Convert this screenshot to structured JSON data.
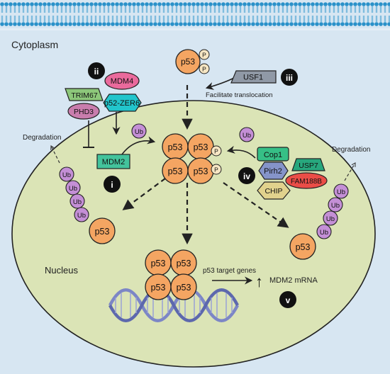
{
  "labels": {
    "cytoplasm": "Cytoplasm",
    "nucleus": "Nucleus",
    "degradation_left": "Degradation",
    "degradation_right": "Degradation",
    "facilitate": "Facilitate translocation",
    "target_genes": "p53 target genes",
    "mdm2_mrna": "MDM2 mRNA"
  },
  "roman": {
    "i": "i",
    "ii": "ii",
    "iii": "iii",
    "iv": "iv",
    "v": "v"
  },
  "proteins": {
    "p53": "p53",
    "p": "P",
    "ub": "Ub",
    "usf1": "USF1",
    "mdm4": "MDM4",
    "p52_zer6": "p52-ZER6",
    "trim67": "TRIM67",
    "phd3": "PHD3",
    "mdm2": "MDM2",
    "cop1": "Cop1",
    "pirh2": "Pirh2",
    "chip": "CHIP",
    "usp7": "USP7",
    "fam188b": "FAM188B"
  },
  "colors": {
    "cell_fill": "#d7e6f2",
    "nucleus_fill": "#dbe4b6",
    "membrane": "#2a91c9",
    "p53": "#f4a562",
    "ub": "#c48fd6",
    "phospho": "#f6e6c3",
    "mdm2": "#43c39c",
    "mdm4": "#ea6a9c",
    "p52_zer6": "#22c5cc",
    "trim67": "#8cc77a",
    "phd3": "#c97dad",
    "usf1": "#9099a6",
    "cop1": "#36bf86",
    "pirh2": "#8594c9",
    "chip": "#e1d28d",
    "usp7": "#27a77d",
    "fam188b": "#ea4d47",
    "dna": "#7c86c6"
  }
}
